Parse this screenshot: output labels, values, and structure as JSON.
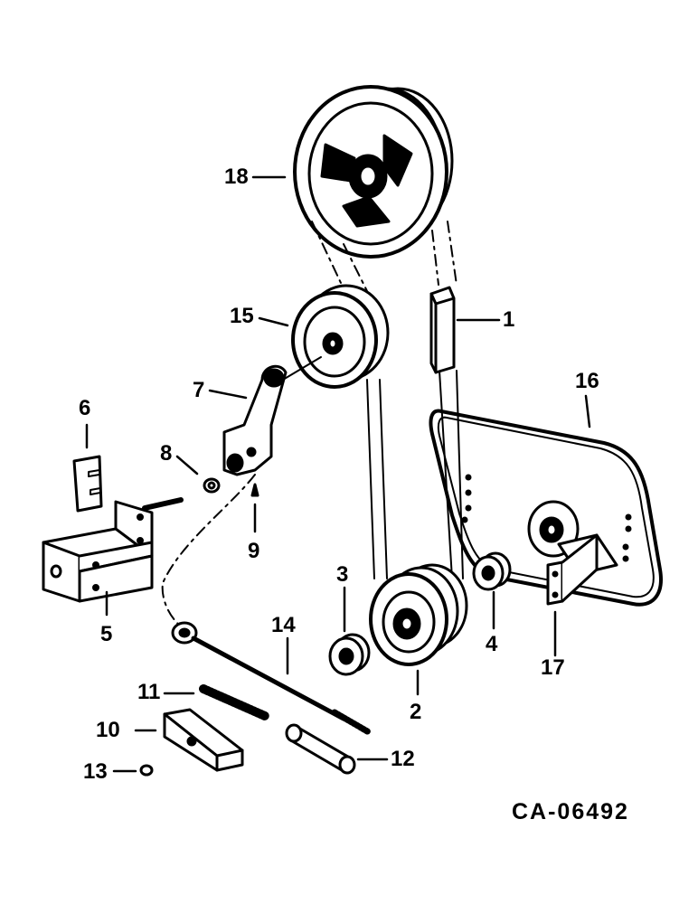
{
  "diagram": {
    "drawing_number": "CA-06492",
    "callouts": [
      "1",
      "2",
      "3",
      "4",
      "5",
      "6",
      "7",
      "8",
      "9",
      "10",
      "11",
      "12",
      "13",
      "14",
      "15",
      "16",
      "17",
      "18"
    ]
  }
}
